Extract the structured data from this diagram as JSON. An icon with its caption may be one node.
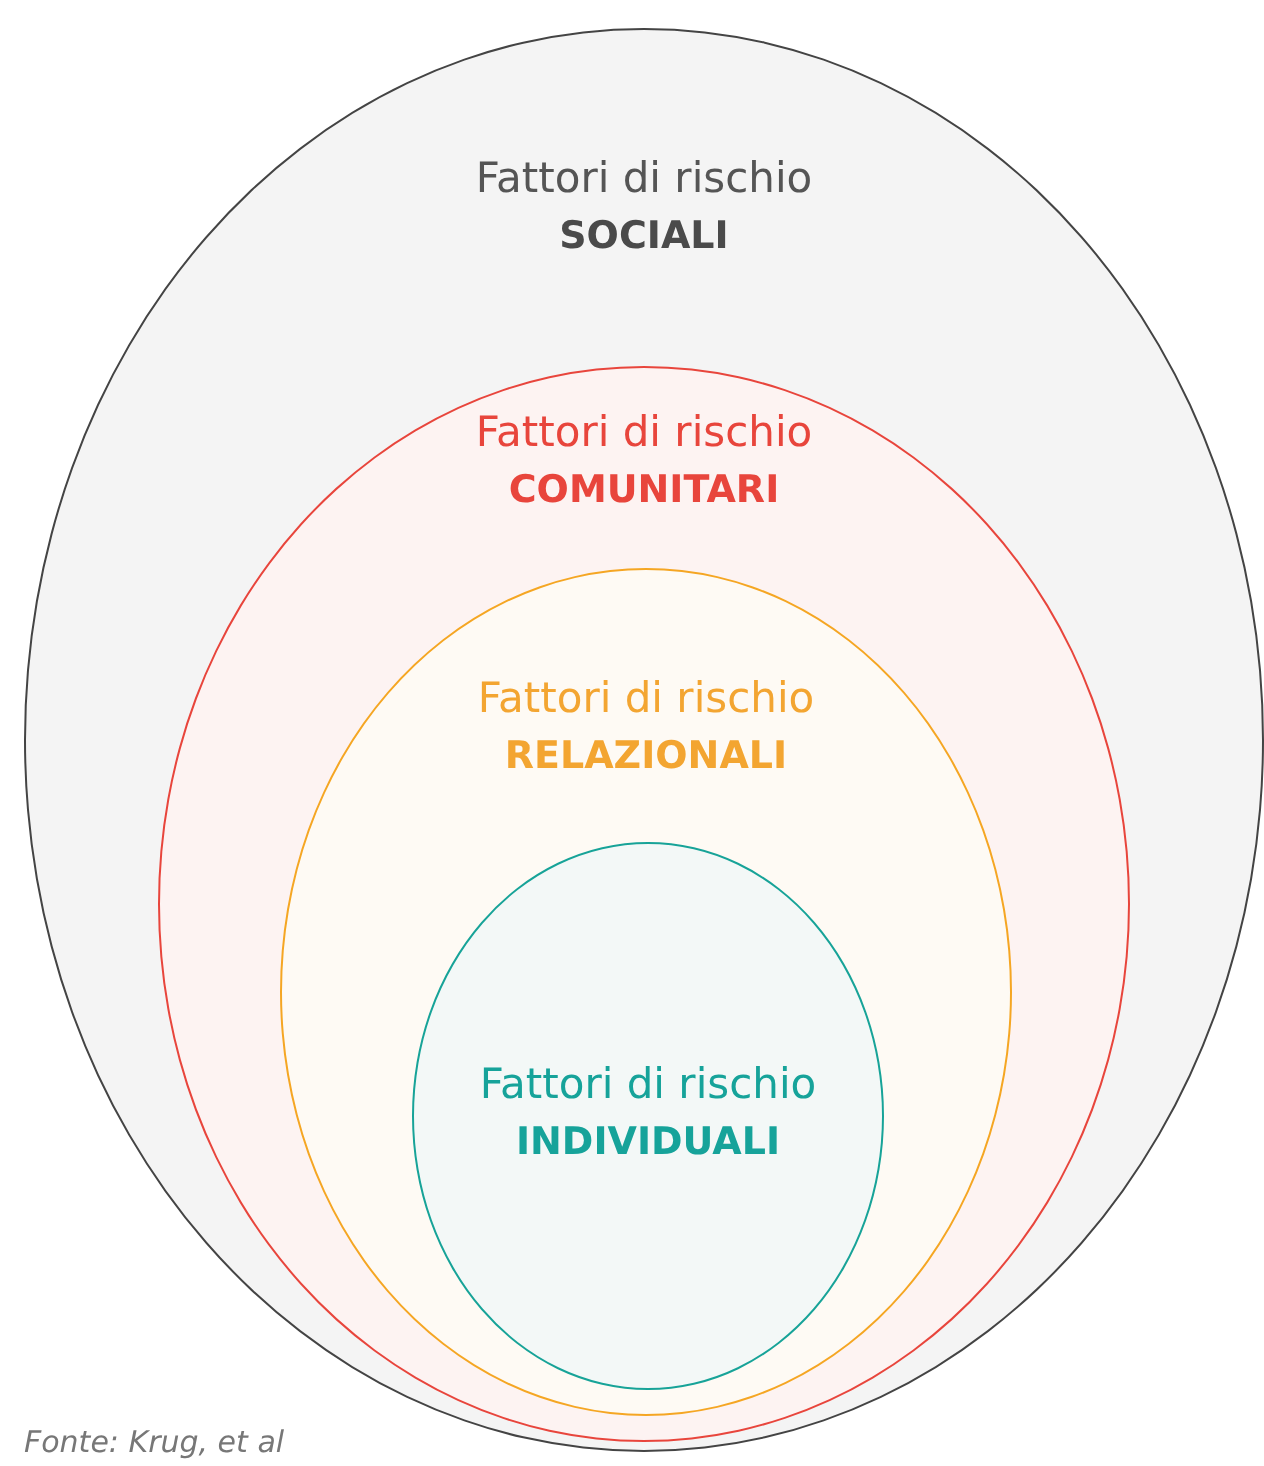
{
  "diagram": {
    "caption": "Fonte: Krug, et al",
    "nodes": [
      {
        "text": [
          "Fattori di rischio",
          "SOCIALI"
        ]
      },
      {
        "text": [
          "Fattori di rischio",
          "COMUNITARI"
        ],
        "in": 0
      },
      {
        "text": [
          "Fattori di rischio",
          "RELAZIONALI"
        ],
        "in": 1
      },
      {
        "text": [
          "Fattori di rischio",
          "INDIVIDUALI"
        ],
        "in": 2
      }
    ]
  }
}
